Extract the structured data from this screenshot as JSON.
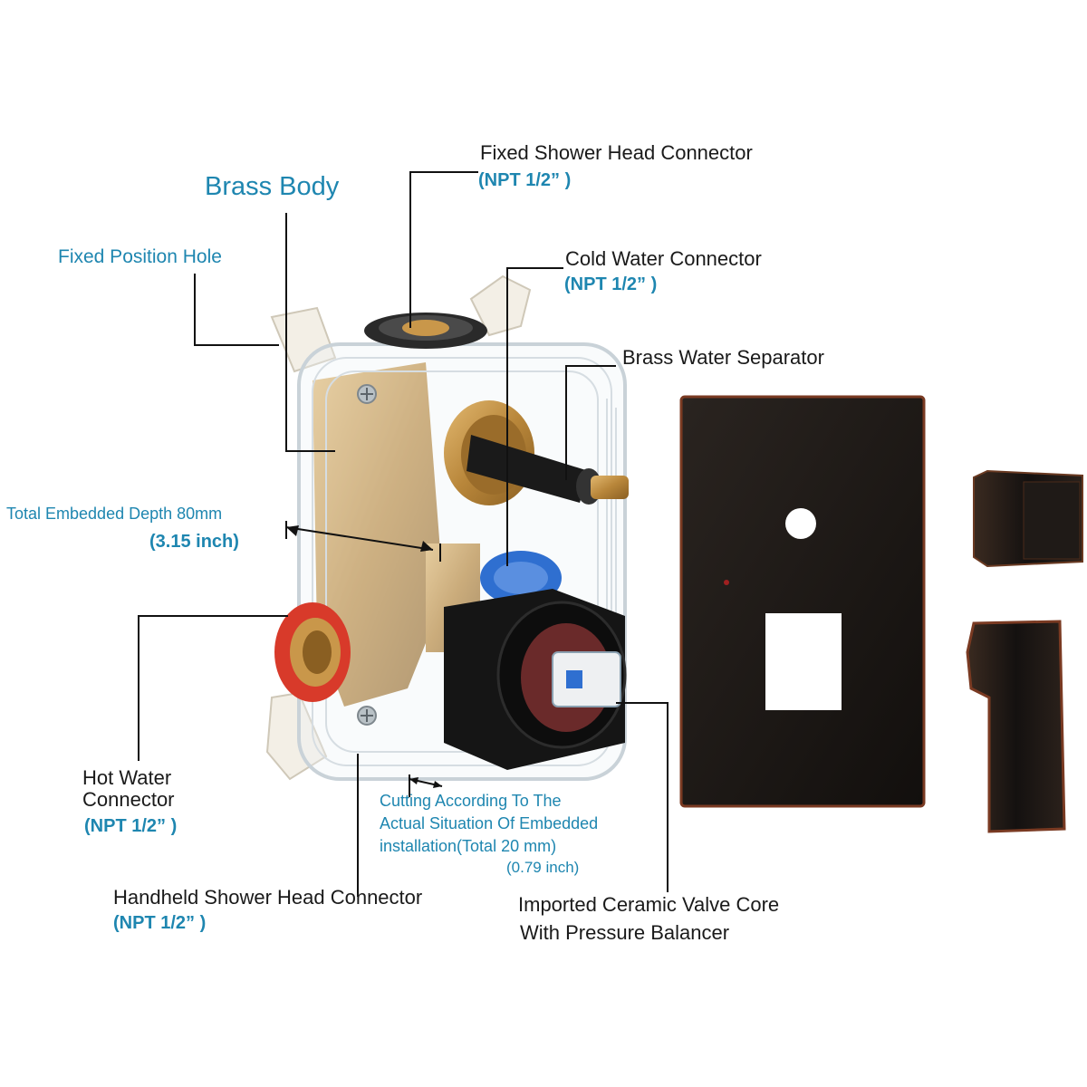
{
  "labels": {
    "fixed_shower_head": "Fixed Shower Head Connector",
    "fixed_shower_head_spec": "(NPT 1/2” )",
    "brass_body": "Brass Body",
    "fixed_position_hole": "Fixed Position Hole",
    "cold_water": "Cold Water Connector",
    "cold_water_spec": "(NPT 1/2” )",
    "brass_separator": "Brass Water Separator",
    "depth_line1": "Total Embedded Depth 80mm",
    "depth_line2": "(3.15 inch)",
    "hot_water_line1": "Hot Water",
    "hot_water_line2": "Connector",
    "hot_water_spec": "(NPT 1/2” )",
    "cutting_line1": "Cutting According To The",
    "cutting_line2": "Actual Situation Of Embedded",
    "cutting_line3": "installation(Total 20 mm)",
    "cutting_line4": "(0.79 inch)",
    "handheld": "Handheld Shower Head Connector",
    "handheld_spec": "(NPT 1/2” )",
    "valve_line1": "Imported Ceramic Valve Core",
    "valve_line2": "With Pressure Balancer"
  },
  "colors": {
    "label_dark": "#1a1a1a",
    "label_blue": "#1e86b0",
    "plate_finish": "#1b1714",
    "brass": "#b8863a",
    "hot_ring": "#d83a2a",
    "cold_ring": "#2f6fd0"
  }
}
